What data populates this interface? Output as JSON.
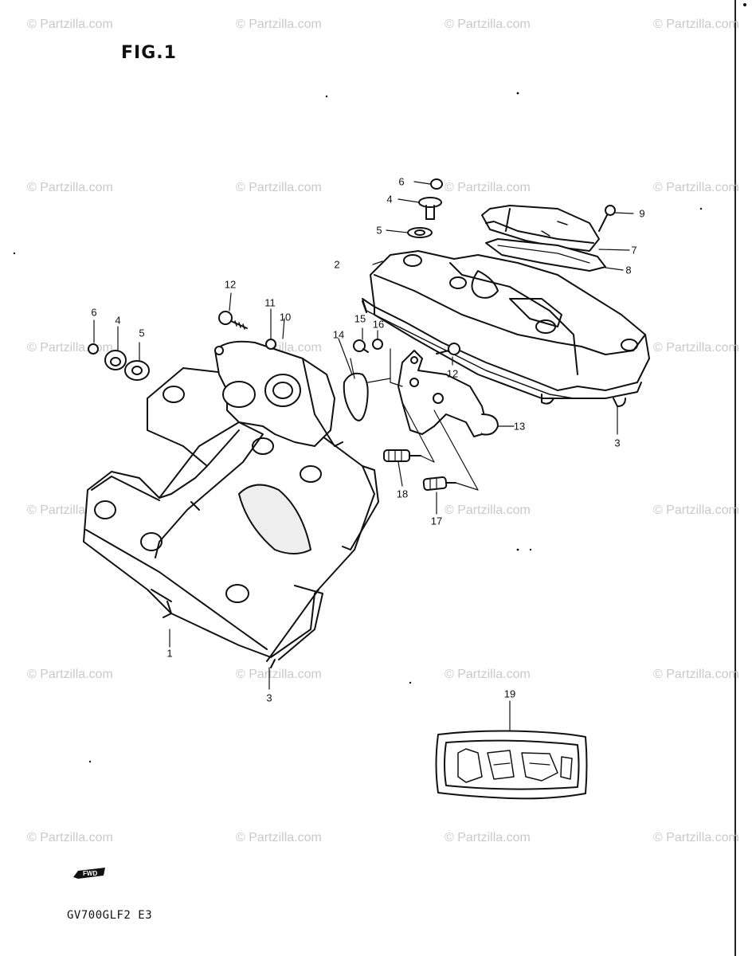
{
  "figure": {
    "title": "FIG.1",
    "model_code": "GV700GLF2 E3"
  },
  "watermark": {
    "text": "© Partzilla.com"
  },
  "fwd_badge": {
    "text": "FWD"
  },
  "callouts": [
    {
      "id": "c1",
      "label": "1"
    },
    {
      "id": "c2",
      "label": "2"
    },
    {
      "id": "c3a",
      "label": "3"
    },
    {
      "id": "c3b",
      "label": "3"
    },
    {
      "id": "c4a",
      "label": "4"
    },
    {
      "id": "c4b",
      "label": "4"
    },
    {
      "id": "c5a",
      "label": "5"
    },
    {
      "id": "c5b",
      "label": "5"
    },
    {
      "id": "c6a",
      "label": "6"
    },
    {
      "id": "c6b",
      "label": "6"
    },
    {
      "id": "c7",
      "label": "7"
    },
    {
      "id": "c8",
      "label": "8"
    },
    {
      "id": "c9",
      "label": "9"
    },
    {
      "id": "c10",
      "label": "10"
    },
    {
      "id": "c11",
      "label": "11"
    },
    {
      "id": "c12a",
      "label": "12"
    },
    {
      "id": "c12b",
      "label": "12"
    },
    {
      "id": "c13",
      "label": "13"
    },
    {
      "id": "c14",
      "label": "14"
    },
    {
      "id": "c15",
      "label": "15"
    },
    {
      "id": "c16",
      "label": "16"
    },
    {
      "id": "c17",
      "label": "17"
    },
    {
      "id": "c18",
      "label": "18"
    },
    {
      "id": "c19",
      "label": "19"
    }
  ]
}
